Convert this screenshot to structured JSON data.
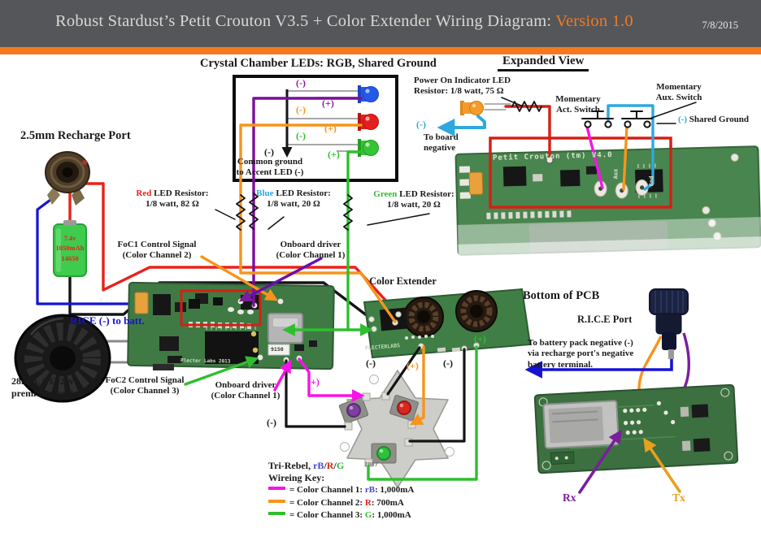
{
  "header": {
    "title": "Robust Stardust’s Petit Crouton V3.5 + Color Extender Wiring Diagram:",
    "version": "Version 1.0",
    "date": "7/8/2015"
  },
  "crystal": {
    "title": "Crystal Chamber LEDs: RGB, Shared Ground",
    "blue_neg": "(-)",
    "blue_pos": "(+)",
    "red_neg": "(-)",
    "red_pos": "(+)",
    "green_neg": "(-)",
    "green_pos": "(+)",
    "common_neg": "(-)",
    "common_line1": "Common ground",
    "common_line2": "to Accent LED (-)"
  },
  "expanded": {
    "title": "Expanded View",
    "power_led_line1": "Power On Indicator LED",
    "power_led_line2": "Resistor: 1/8 watt, 75 Ω",
    "act_line1": "Momentary",
    "act_line2": "Act. Switch",
    "aux_line1": "Momentary",
    "aux_line2": "Aux. Switch",
    "shared_neg": "(-)",
    "shared_label": " Shared Ground",
    "board_neg": "(-)",
    "board_line1": "To board",
    "board_line2": "negative",
    "silk": "Petit Crouton (tm) V4.0",
    "silk_aux": "Aux",
    "silk_gnd": "Gnd"
  },
  "left": {
    "recharge_title": "2.5mm Recharge Port",
    "battery": [
      "7.4v",
      "1050mAh",
      "14650"
    ],
    "rice": "RICE (-) to batt.",
    "speaker_line1": "28mm, 8 Ω 2W",
    "speaker_line2": "premium speaker"
  },
  "resistors": {
    "red_name": "Red",
    "red_rest": " LED Resistor:",
    "red_value": "1/8 watt, 82 Ω",
    "blue_name": "Blue",
    "blue_rest": " LED Resistor:",
    "blue_value": "1/8 watt, 20 Ω",
    "green_name": "Green",
    "green_rest": " LED Resistor:",
    "green_value": "1/8 watt, 20 Ω"
  },
  "board_labels": {
    "foc1_line1": "FoC1 Control Signal",
    "foc1_line2": "(Color Channel 2)",
    "onboard_top_line1": "Onboard driver",
    "onboard_top_line2": "(Color Channel 1)",
    "foc2_line1": "FoC2 Control Signal",
    "foc2_line2": "(Color Channel 3)",
    "onboard_bottom_line1": "Onboard driver",
    "onboard_bottom_line2": "(Color Channel 1)",
    "color_extender_title": "Color Extender",
    "silk_plecterlabs": "PLECTERLABS",
    "silk_9150": "9150",
    "silk_7007": "7007",
    "silk_plecter2013": "Plecter Labs 2013"
  },
  "star": {
    "out_neg1": "(-)",
    "out_pos_orange": "(+)",
    "out_neg2": "(-)",
    "out_pos_green": "(+)",
    "in_pos_magenta": "(+)",
    "in_neg_left": "(-)"
  },
  "bottom_pcb": {
    "title": "Bottom of PCB",
    "port": "R.I.C.E Port",
    "note_line1": "To battery pack negative (-)",
    "note_line2": "via recharge port's negative",
    "note_line3": "battery terminal.",
    "rx": "Rx",
    "tx": "Tx"
  },
  "legend": {
    "title_prefix": "Tri-Rebel, ",
    "rb": "rB",
    "sep1": "/",
    "r": "R",
    "sep2": "/",
    "g": "G",
    "key_title": "Wireing Key:",
    "item1_pre": "= Color Channel 1: ",
    "item1_ch": "rB",
    "item1_post": ": 1,000mA",
    "item2_pre": "= Color Channel 2: ",
    "item2_ch": "R",
    "item2_post": ": 700mA",
    "item3_pre": "= Color Channel 3: ",
    "item3_ch": "G",
    "item3_post": ": 1,000mA"
  },
  "colors": {
    "header_bg": "#55565A",
    "accent_orange": "#F4791F",
    "wire_red": "#E8231A",
    "wire_orange": "#F7941D",
    "wire_purple": "#7A0F9C",
    "wire_magenta": "#F712E8",
    "wire_green": "#2FBE2F",
    "wire_blue": "#1513D6",
    "wire_cyan": "#2FA8DF",
    "wire_black": "#141414",
    "wire_gray": "#8A8A8A",
    "pcb_green": "#3F7F45"
  }
}
